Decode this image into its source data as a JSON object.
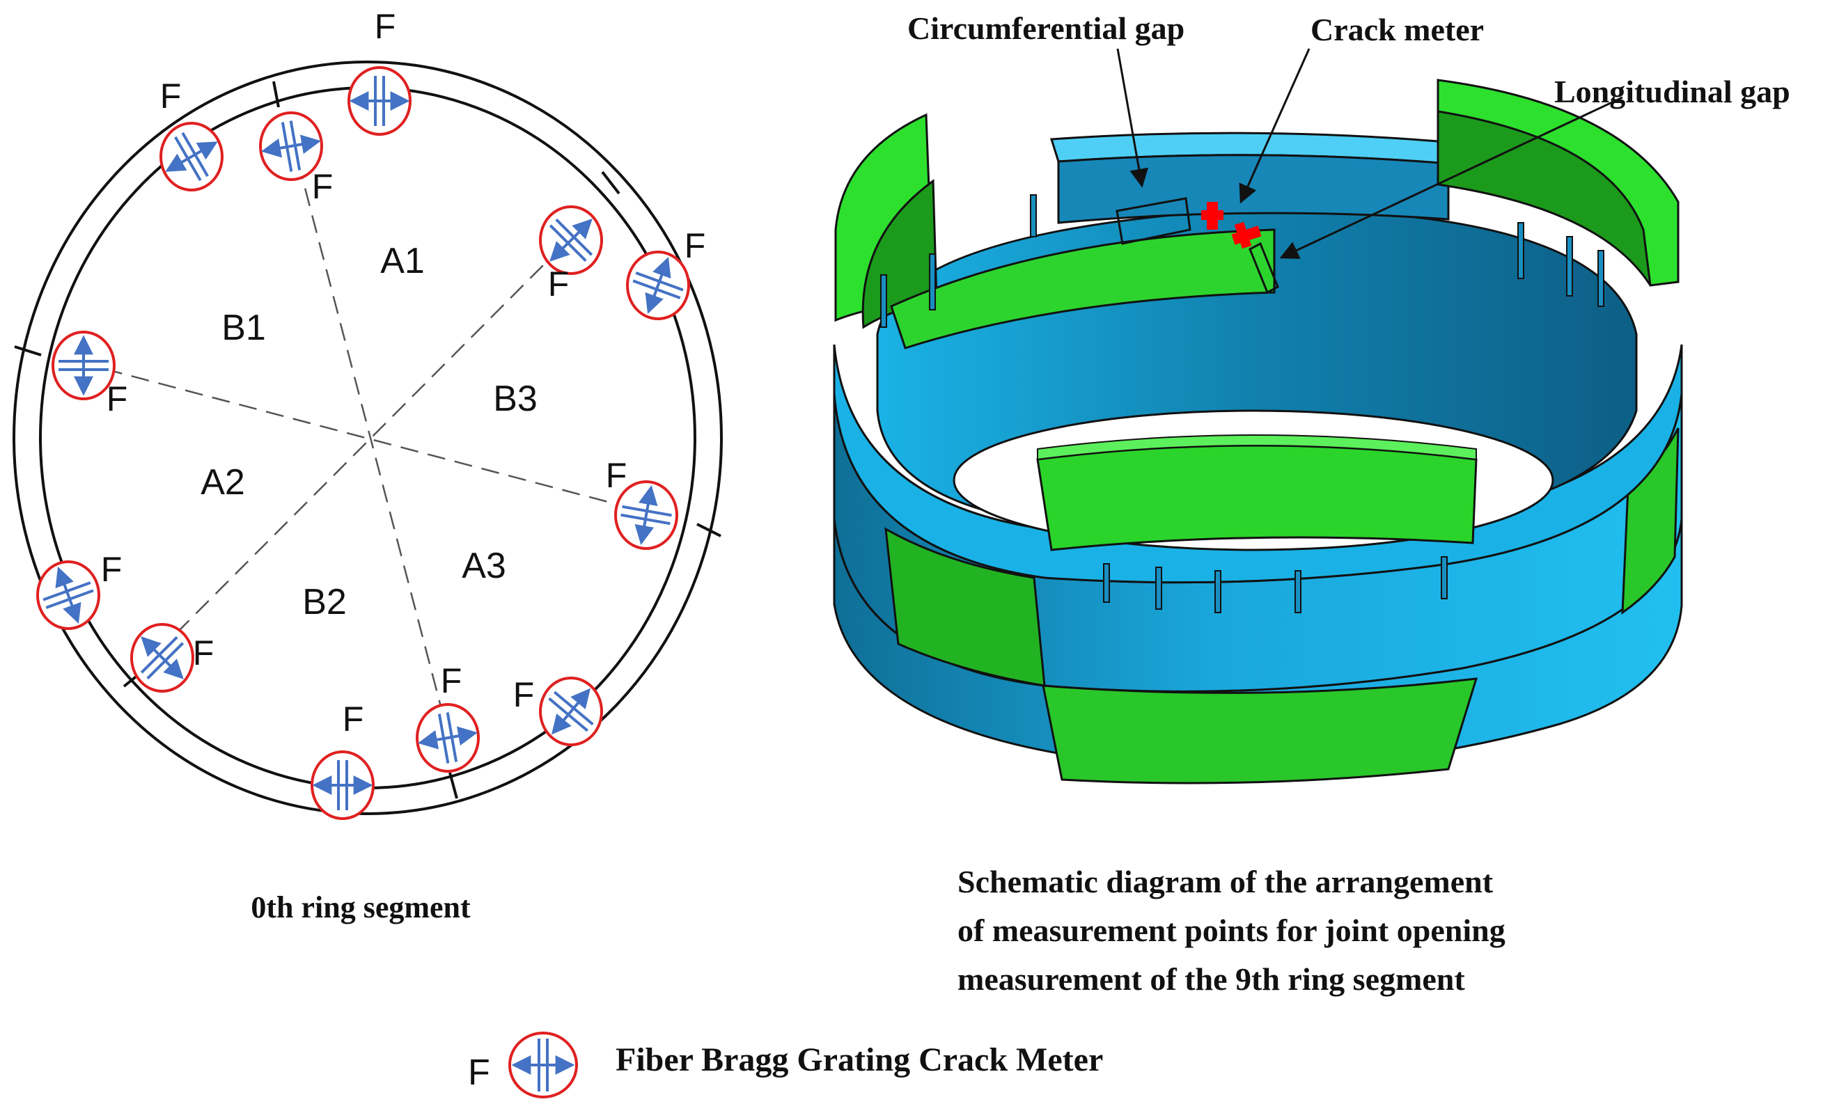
{
  "ring0": {
    "caption": "0th ring segment",
    "sensor_label": "F",
    "segments": [
      "A1",
      "B1",
      "B3",
      "A2",
      "A3",
      "B2"
    ]
  },
  "ring9": {
    "caption_lines": [
      "Schematic diagram of the arrangement",
      "of measurement points for joint opening",
      "measurement of the 9th ring segment"
    ],
    "callouts": {
      "circumferential_gap": "Circumferential gap",
      "crack_meter": "Crack meter",
      "longitudinal_gap": "Longitudinal gap"
    }
  },
  "legend": {
    "symbol_label": "F",
    "description": "Fiber Bragg Grating Crack Meter"
  },
  "colors": {
    "segment_green": "#2ee02e",
    "segment_blue": "#1ab2e6",
    "sensor_ring": "#e02020",
    "sensor_glyph": "#4472c4",
    "crack_meter_marker": "#ff0000"
  }
}
